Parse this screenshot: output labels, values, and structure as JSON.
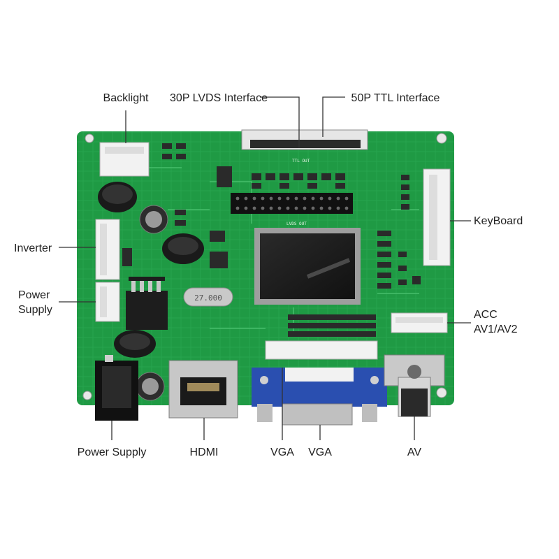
{
  "callouts": {
    "backlight": "Backlight",
    "lvds": "30P LVDS Interface",
    "ttl": "50P TTL Interface",
    "keyboard": "KeyBoard",
    "inverter": "Inverter",
    "power_supply_left_line1": "Power",
    "power_supply_left_line2": "Supply",
    "acc": "ACC",
    "av1_av2": "AV1/AV2",
    "power_supply_bottom": "Power Supply",
    "hdmi": "HDMI",
    "vga_1": "VGA",
    "vga_2": "VGA",
    "av": "AV"
  },
  "board": {
    "crystal_marking": "27.000",
    "ttl_silkscreen": "TTL OUT",
    "lvds_silkscreen": "LVDS OUT",
    "colors": {
      "pcb": "#1f9a44",
      "pcb_trace": "#2fb45a",
      "ic": "#1c1c1c",
      "vga_blue": "#2a4fb0",
      "connector_white": "#f2f2f2",
      "metal": "#b8b8b8"
    }
  }
}
